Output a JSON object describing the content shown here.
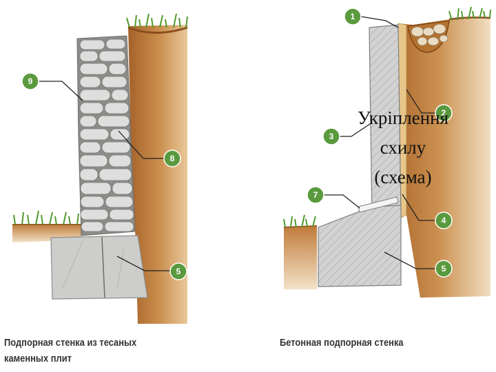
{
  "left_diagram": {
    "caption_line1": "Подпорная стенка из тесаных",
    "caption_line2": "каменных плит",
    "markers": [
      "9",
      "8",
      "5"
    ]
  },
  "right_diagram": {
    "caption": "Бетонная подпорная стенка",
    "markers": [
      "1",
      "2",
      "3",
      "7",
      "4",
      "5"
    ]
  },
  "overlay_text": {
    "line1": "Укріплення",
    "line2": "схилу",
    "line3": "(схема)"
  },
  "colors": {
    "soil": "#c98c4a",
    "soil_dark": "#9a5a24",
    "grass": "#4f9a2c",
    "stone": "#d9d9d6",
    "stone_mortar": "#8a8a86",
    "concrete": "#cfcfcf",
    "gravel_fill": "#e6c98a",
    "marker": "#5a9a3e"
  }
}
